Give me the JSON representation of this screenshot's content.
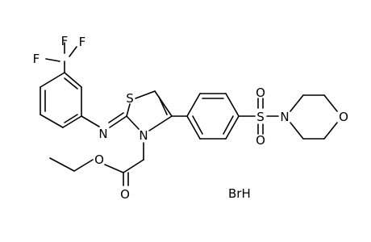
{
  "molecule": {
    "atoms": {
      "f1": "F",
      "f2": "F",
      "f3": "F",
      "n_imine": "N",
      "s_thiazole": "S",
      "n_thiazole": "N",
      "o_ether": "O",
      "o_carbonyl": "O",
      "s_sulfonyl": "S",
      "o_sulfonyl_top": "O",
      "o_sulfonyl_bottom": "O",
      "n_morpholine": "N",
      "o_morpholine": "O"
    },
    "salt": "BrH"
  },
  "colors": {
    "bond": "#000000",
    "label": "#000000",
    "background": "#ffffff"
  }
}
